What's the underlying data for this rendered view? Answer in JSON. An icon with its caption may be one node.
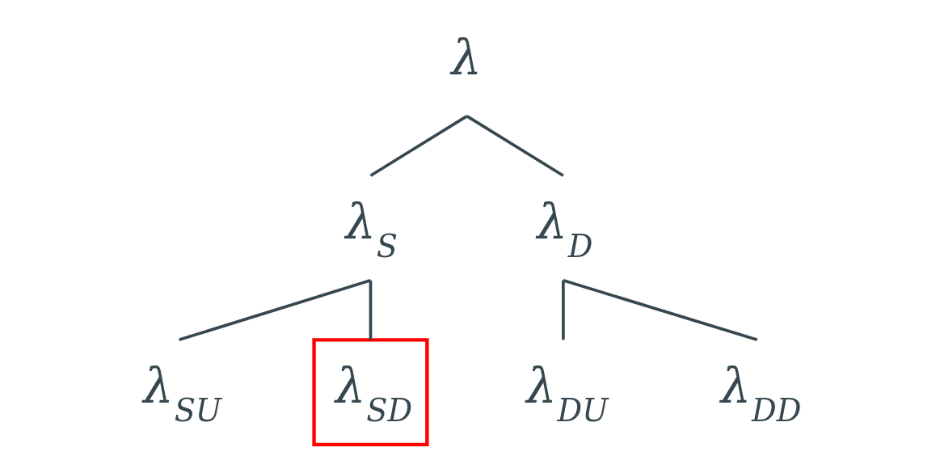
{
  "diagram": {
    "nodes": [
      {
        "text": [
          "λ"
        ]
      },
      {
        "text": [
          "λ$_{S}$"
        ]
      },
      {
        "text": [
          "λ$_{D}$"
        ]
      },
      {
        "text": [
          "λ$_{SU}$"
        ]
      },
      {
        "text": [
          "λ$_{SD}$"
        ]
      },
      {
        "text": [
          "λ$_{DU}$"
        ]
      },
      {
        "text": [
          "λ$_{DD}$"
        ]
      }
    ],
    "edges": [
      {
        "from": 0,
        "to": 1,
        "arrow": "none"
      },
      {
        "from": 0,
        "to": 2,
        "arrow": "none"
      },
      {
        "from": 1,
        "to": 3,
        "arrow": "none"
      },
      {
        "from": 1,
        "to": 4,
        "arrow": "none"
      },
      {
        "from": 2,
        "to": 5,
        "arrow": "none"
      },
      {
        "from": 2,
        "to": 6,
        "arrow": "none"
      }
    ]
  }
}
